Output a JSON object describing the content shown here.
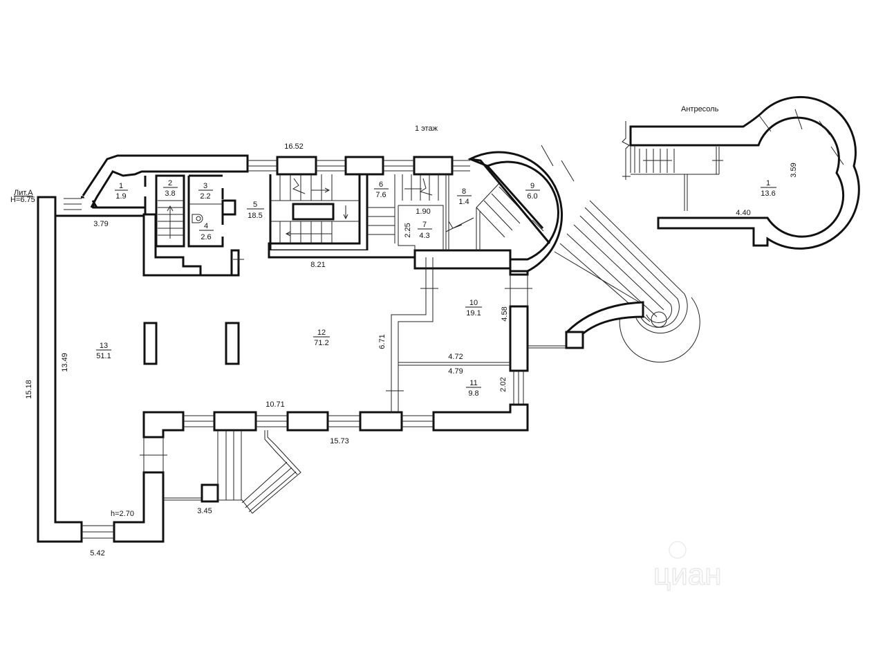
{
  "plan": {
    "floor_title": "1 этаж",
    "mezzanine_title": "Антресоль",
    "building_label": "Лит.А",
    "building_height": "H=6.75",
    "ceiling_height": "h=2.70"
  },
  "rooms": [
    {
      "id": "1",
      "area": "1.9"
    },
    {
      "id": "2",
      "area": "3.8"
    },
    {
      "id": "3",
      "area": "2.2"
    },
    {
      "id": "4",
      "area": "2.6"
    },
    {
      "id": "5",
      "area": "18.5"
    },
    {
      "id": "6",
      "area": "7.6"
    },
    {
      "id": "7",
      "area": "4.3"
    },
    {
      "id": "8",
      "area": "1.4"
    },
    {
      "id": "9",
      "area": "6.0"
    },
    {
      "id": "10",
      "area": "19.1"
    },
    {
      "id": "11",
      "area": "9.8"
    },
    {
      "id": "12",
      "area": "71.2"
    },
    {
      "id": "13",
      "area": "51.1"
    }
  ],
  "mezzanine_rooms": [
    {
      "id": "1",
      "area": "13.6"
    }
  ],
  "dimensions": {
    "top_width": "16.52",
    "room13_inner": "3.79",
    "corridor_bottom": "8.21",
    "room7_width": "1.90",
    "room7_depth": "2.25",
    "room10_depth": "4.58",
    "room12_depth": "6.71",
    "room10_width": "4.72",
    "room11_width": "4.79",
    "room11_depth": "2.02",
    "hall_width": "10.71",
    "front_width": "15.73",
    "room13_depth": "13.49",
    "total_depth": "15.18",
    "porch_width": "3.45",
    "bottom_width": "5.42",
    "mezz_width": "4.40",
    "mezz_depth": "3.59"
  },
  "watermark": "циан"
}
